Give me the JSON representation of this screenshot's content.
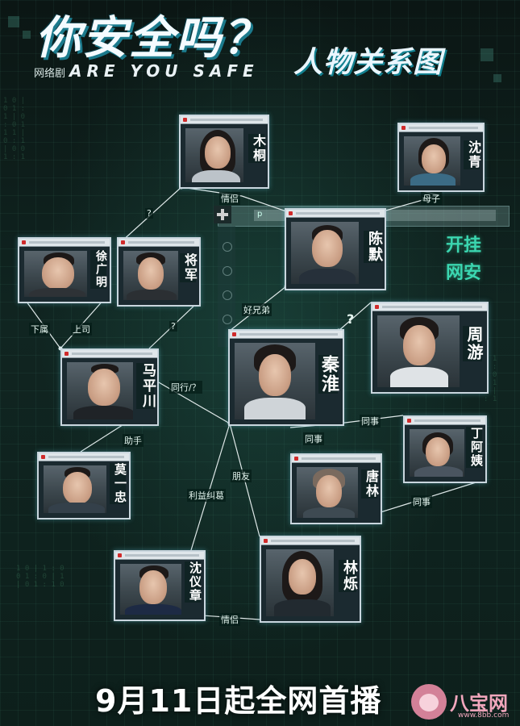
{
  "title": {
    "main": "你安全吗？",
    "sub": "人物关系图",
    "tag": "网络剧",
    "english": "ARE YOU SAFE"
  },
  "slogan": [
    "开挂",
    "网安"
  ],
  "browser_placeholder": "p",
  "characters": [
    {
      "id": "mutong",
      "name": "木桐"
    },
    {
      "id": "shenqing",
      "name": "沈青"
    },
    {
      "id": "chenmo",
      "name": "陈默"
    },
    {
      "id": "xuguangming",
      "name": "徐广明"
    },
    {
      "id": "jiangjun",
      "name": "将军"
    },
    {
      "id": "zhouyou",
      "name": "周游"
    },
    {
      "id": "mapingchuan",
      "name": "马平川"
    },
    {
      "id": "qinhuai",
      "name": "秦淮"
    },
    {
      "id": "dingayi",
      "name": "丁阿姨"
    },
    {
      "id": "moyizhong",
      "name": "莫一忠"
    },
    {
      "id": "tanglin",
      "name": "唐林"
    },
    {
      "id": "shenyizhang",
      "name": "沈仪章"
    },
    {
      "id": "linshuo",
      "name": "林烁"
    }
  ],
  "relations": {
    "qinglv_top": "情侣",
    "muzi": "母子",
    "q1": "?",
    "haoxiongdi": "好兄弟",
    "q2": "?",
    "xiashu": "下属",
    "shangsi": "上司",
    "q3": "?",
    "tongxing": "同行/？",
    "zhushou": "助手",
    "tongshi1": "同事",
    "tongshi2": "同事",
    "tongshi3": "同事",
    "pengyou": "朋友",
    "liyijiuge": "利益纠葛",
    "qinglv_bottom": "情侣"
  },
  "premiere": "9月11日起全网首播",
  "watermark": {
    "name": "八宝网",
    "url": "www.8bb.com"
  },
  "colors": {
    "line": "#dfe8e8",
    "accent": "#3bd6b0",
    "label_bg": "#062018"
  }
}
